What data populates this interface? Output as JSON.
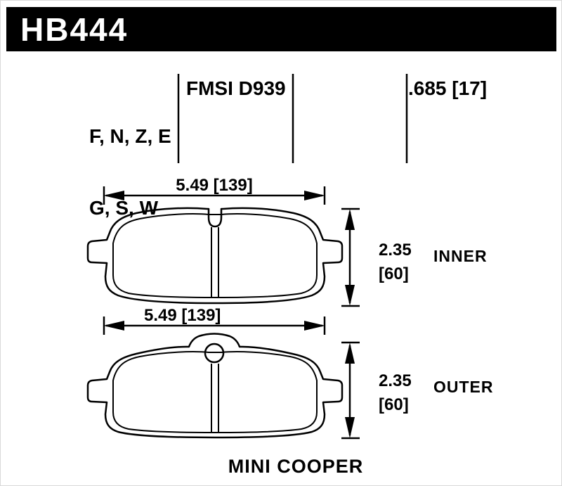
{
  "header": {
    "part_number": "HB444",
    "bg_color": "#000000",
    "fg_color": "#ffffff"
  },
  "specs": {
    "compounds_line1": "F, N, Z, E",
    "compounds_line2": "G, S, W",
    "fmsi": "FMSI D939",
    "pad_thickness": ".685 [17]"
  },
  "views": [
    {
      "id": "inner",
      "label": "INNER",
      "width_dim": "5.49 [139]",
      "height_dim_in": "2.35",
      "height_dim_mm": "[60]"
    },
    {
      "id": "outer",
      "label": "OUTER",
      "width_dim": "5.49 [139]",
      "height_dim_in": "2.35",
      "height_dim_mm": "[60]"
    }
  ],
  "footer": {
    "vehicle": "MINI COOPER"
  },
  "line_color": "#000000"
}
